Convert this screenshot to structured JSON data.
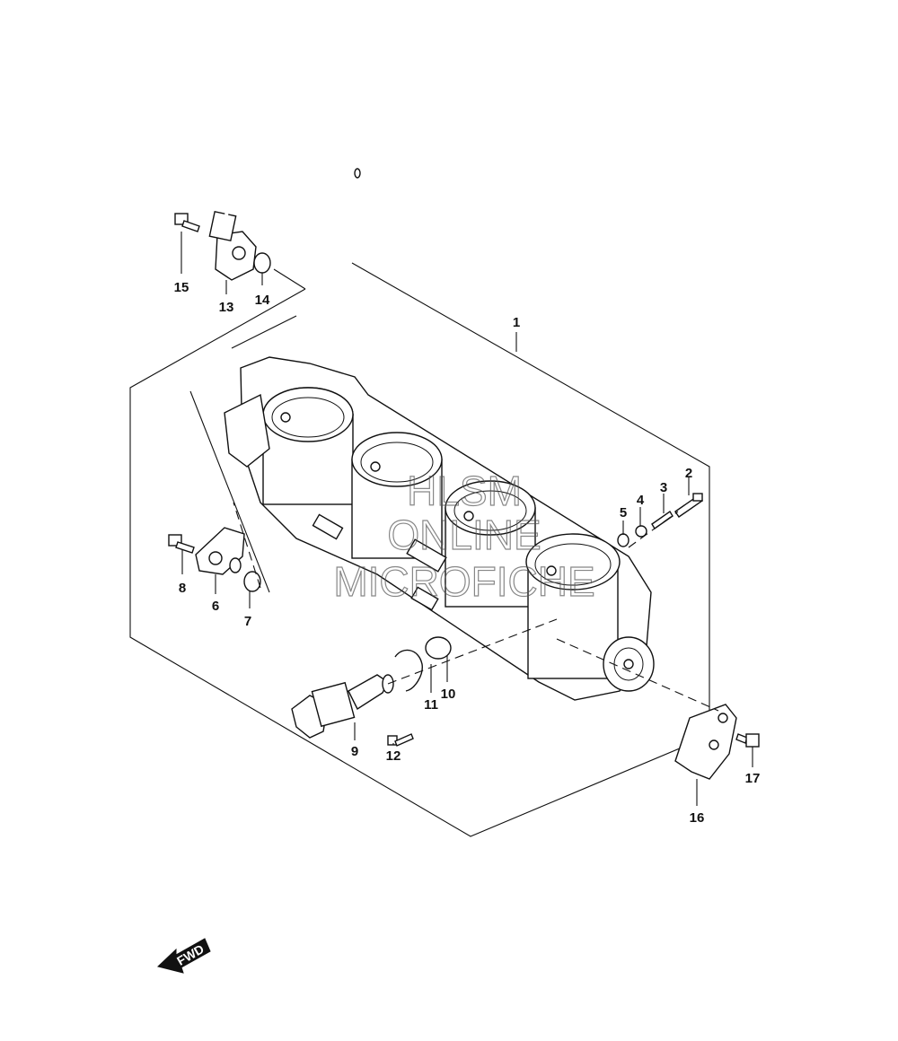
{
  "diagram": {
    "callouts": [
      {
        "id": "1",
        "label": "1"
      },
      {
        "id": "2",
        "label": "2"
      },
      {
        "id": "3",
        "label": "3"
      },
      {
        "id": "4",
        "label": "4"
      },
      {
        "id": "5",
        "label": "5"
      },
      {
        "id": "6",
        "label": "6"
      },
      {
        "id": "7",
        "label": "7"
      },
      {
        "id": "8",
        "label": "8"
      },
      {
        "id": "9",
        "label": "9"
      },
      {
        "id": "10",
        "label": "10"
      },
      {
        "id": "11",
        "label": "11"
      },
      {
        "id": "12",
        "label": "12"
      },
      {
        "id": "13",
        "label": "13"
      },
      {
        "id": "14",
        "label": "14"
      },
      {
        "id": "15",
        "label": "15"
      },
      {
        "id": "16",
        "label": "16"
      },
      {
        "id": "17",
        "label": "17"
      }
    ],
    "watermark": {
      "line1": "HLSM",
      "line2": "ONLINE",
      "line3": "MICROFICHE"
    },
    "direction_arrow": {
      "label": "FWD"
    }
  }
}
